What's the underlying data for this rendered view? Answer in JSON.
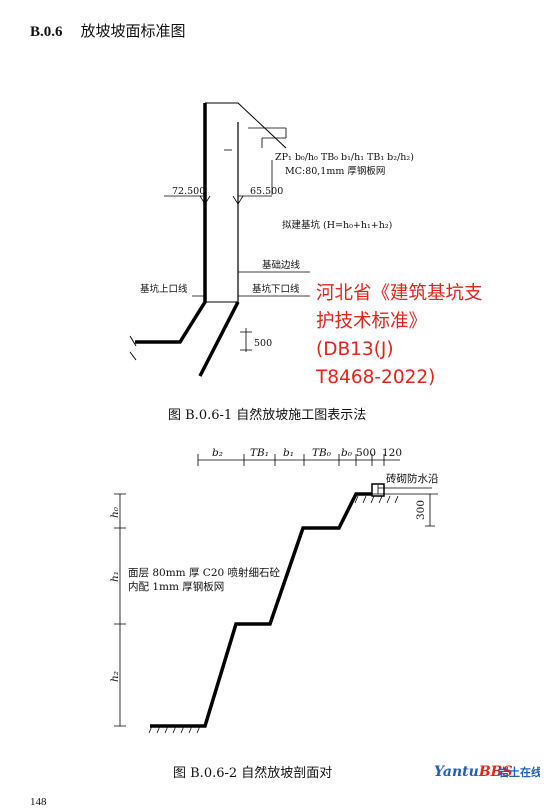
{
  "section": {
    "number": "B.0.6",
    "title": "放坡坡面标准图"
  },
  "figure1": {
    "caption": "图 B.0.6-1  自然放坡施工图表示法",
    "labels": {
      "param_line": "ZP₁ b₀/h₀ TB₀ b₁/h₁ TB₁ b₂/h₂)",
      "mc_line": "MC:80,1mm 厚钢板网",
      "elev_left": "72.500",
      "elev_right": "65.500",
      "pit_label": "拟建基坑 (H=h₀+h₁+h₂)",
      "edge_line": "基础边线",
      "top_line": "基坑上口线",
      "bottom_line": "基坑下口线",
      "dim_500": "500"
    }
  },
  "figure2": {
    "caption": "图 B.0.6-2  自然放坡剖面对",
    "labels": {
      "b2": "b₂",
      "TB1": "TB₁",
      "b1": "b₁",
      "TB0": "TB₀",
      "b0": "b₀",
      "d500": "500",
      "d120": "120",
      "parapet": "砖砌防水沿",
      "d300": "300",
      "h0": "h₀",
      "h1": "h₁",
      "h2": "h₂",
      "note1": "面层 80mm 厚 C20 喷射细石砼",
      "note2": "内配 1mm 厚钢板网"
    }
  },
  "overlay": {
    "lines": [
      "河北省《建筑基坑支",
      "护技术标准》",
      "(DB13(J)",
      "T8468-2022)"
    ],
    "color": "#e0241b"
  },
  "logo": {
    "brand": "YantuBBS",
    "cn": "岩土在线",
    "color": "#1f5fb8"
  },
  "page_number": "148"
}
